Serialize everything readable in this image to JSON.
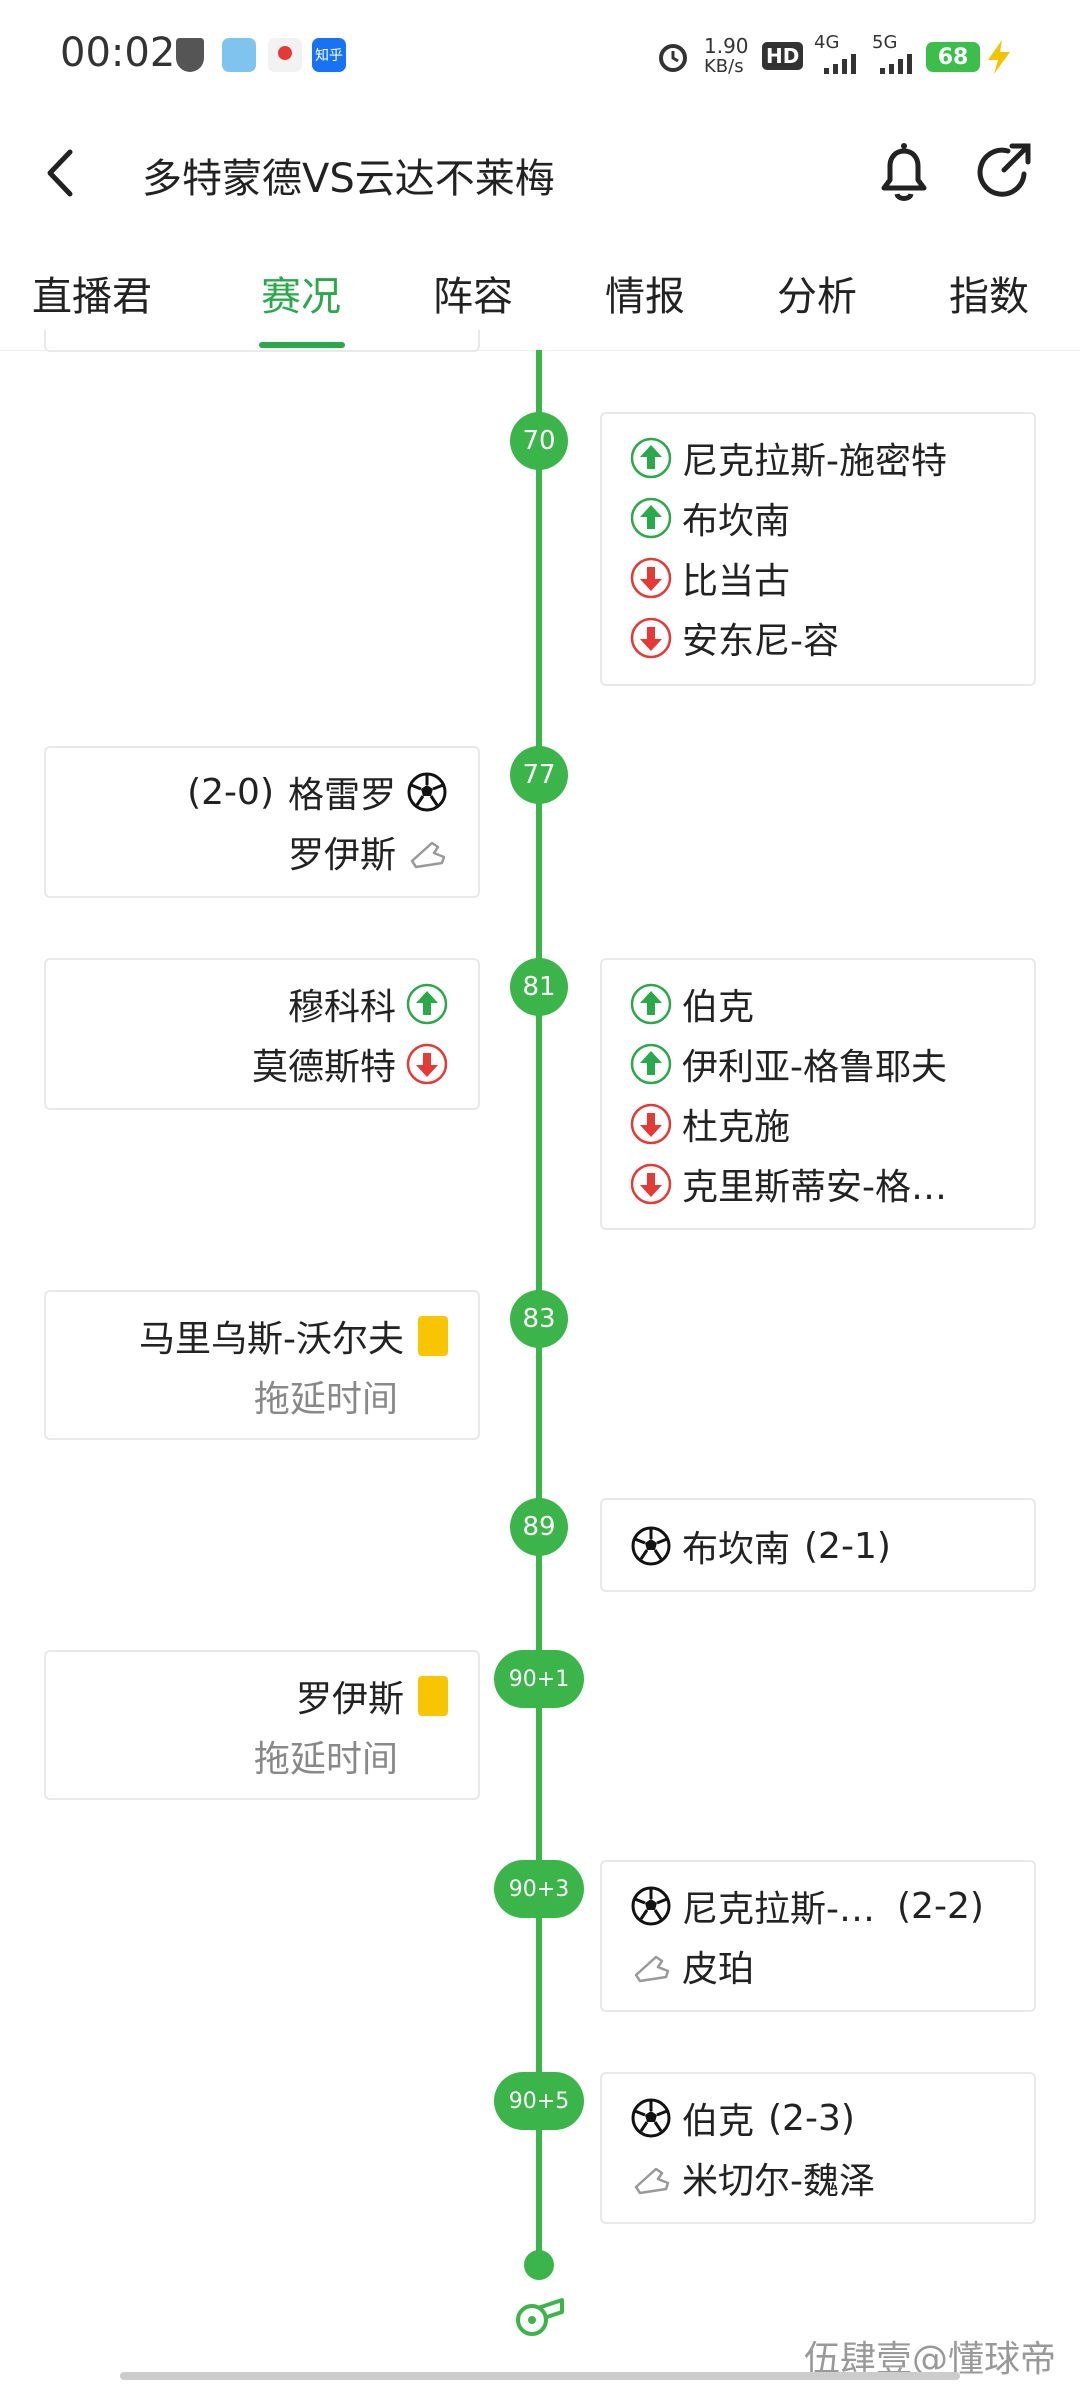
{
  "status_bar": {
    "time": "00:02",
    "network_speed": "1.90\nKB/s",
    "network_speed_value": "1.90",
    "network_speed_unit": "KB/s",
    "hd_label": "HD",
    "signal_4g": "4G",
    "signal_5g": "5G",
    "battery": "68",
    "app_icon_zhihu": "知乎"
  },
  "header": {
    "title": "多特蒙德VS云达不莱梅"
  },
  "tabs": [
    "直播君",
    "赛况",
    "阵容",
    "情报",
    "分析",
    "指数"
  ],
  "active_tab": 1,
  "events": {
    "e70": {
      "minute": "70",
      "right": [
        "尼克拉斯-施密特",
        "布坎南",
        "比当古",
        "安东尼-容"
      ]
    },
    "e77": {
      "minute": "77",
      "left": {
        "score": "(2-0)",
        "scorer": "格雷罗",
        "assist": "罗伊斯"
      }
    },
    "e81": {
      "minute": "81",
      "left": [
        "穆科科",
        "莫德斯特"
      ],
      "right": [
        "伯克",
        "伊利亚-格鲁耶夫",
        "杜克施",
        "克里斯蒂安-格…"
      ]
    },
    "e83": {
      "minute": "83",
      "left": {
        "player": "马里乌斯-沃尔夫",
        "reason": "拖延时间"
      }
    },
    "e89": {
      "minute": "89",
      "right": {
        "scorer": "布坎南",
        "score": "(2-1)"
      }
    },
    "e90_1": {
      "minute": "90+1",
      "left": {
        "player": "罗伊斯",
        "reason": "拖延时间"
      }
    },
    "e90_3": {
      "minute": "90+3",
      "right": {
        "scorer": "尼克拉斯-…",
        "score": "(2-2)",
        "assist": "皮珀"
      }
    },
    "e90_5": {
      "minute": "90+5",
      "right": {
        "scorer": "伯克",
        "score": "(2-3)",
        "assist": "米切尔-魏泽"
      }
    }
  },
  "watermark": "伍肆壹@懂球帝",
  "colors": {
    "accent": "#3bb54a",
    "sub_in": "#2aa84a",
    "sub_out": "#e53935",
    "yellow_card": "#f7c600"
  }
}
